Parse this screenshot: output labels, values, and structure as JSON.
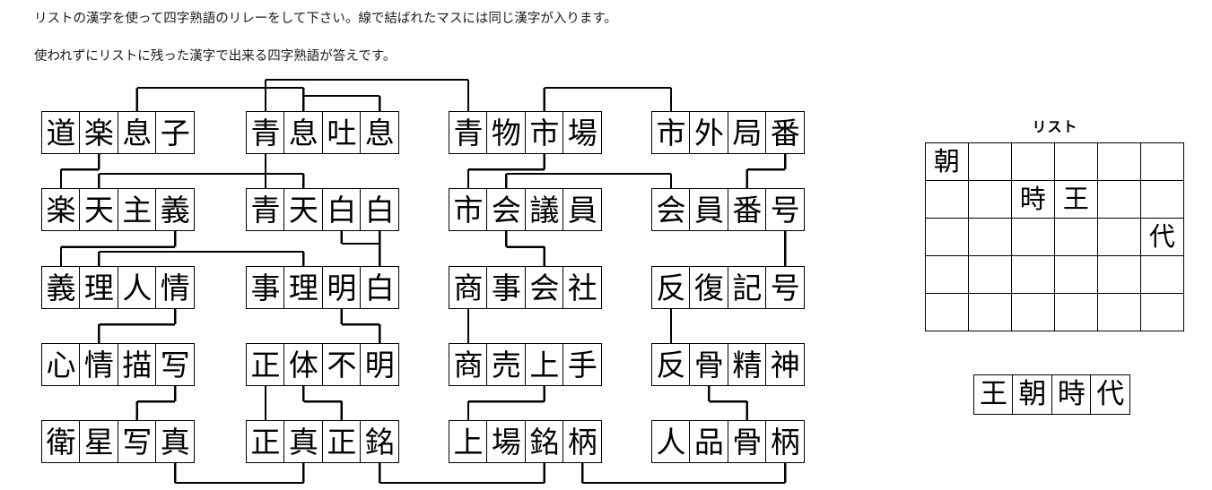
{
  "instructions": {
    "line1": "リストの漢字を使って四字熟語のリレーをして下さい。線で結ばれたマスには同じ漢字が入ります。",
    "line2": "使われずにリストに残った漢字で出来る四字熟語が答えです。"
  },
  "grid": {
    "rows": [
      [
        {
          "id": "r1w1",
          "chars": [
            "道",
            "楽",
            "息",
            "子"
          ]
        },
        {
          "id": "r1w2",
          "chars": [
            "青",
            "息",
            "吐",
            "息"
          ]
        },
        {
          "id": "r1w3",
          "chars": [
            "青",
            "物",
            "市",
            "場"
          ]
        },
        {
          "id": "r1w4",
          "chars": [
            "市",
            "外",
            "局",
            "番"
          ]
        }
      ],
      [
        {
          "id": "r2w1",
          "chars": [
            "楽",
            "天",
            "主",
            "義"
          ]
        },
        {
          "id": "r2w2",
          "chars": [
            "青",
            "天",
            "白",
            "白"
          ]
        },
        {
          "id": "r2w3",
          "chars": [
            "市",
            "会",
            "議",
            "員"
          ]
        },
        {
          "id": "r2w4",
          "chars": [
            "会",
            "員",
            "番",
            "号"
          ]
        }
      ],
      [
        {
          "id": "r3w1",
          "chars": [
            "義",
            "理",
            "人",
            "情"
          ]
        },
        {
          "id": "r3w2",
          "chars": [
            "事",
            "理",
            "明",
            "白"
          ]
        },
        {
          "id": "r3w3",
          "chars": [
            "商",
            "事",
            "会",
            "社"
          ]
        },
        {
          "id": "r3w4",
          "chars": [
            "反",
            "復",
            "記",
            "号"
          ]
        }
      ],
      [
        {
          "id": "r4w1",
          "chars": [
            "心",
            "情",
            "描",
            "写"
          ]
        },
        {
          "id": "r4w2",
          "chars": [
            "正",
            "体",
            "不",
            "明"
          ]
        },
        {
          "id": "r4w3",
          "chars": [
            "商",
            "売",
            "上",
            "手"
          ]
        },
        {
          "id": "r4w4",
          "chars": [
            "反",
            "骨",
            "精",
            "神"
          ]
        }
      ],
      [
        {
          "id": "r5w1",
          "chars": [
            "衛",
            "星",
            "写",
            "真"
          ]
        },
        {
          "id": "r5w2",
          "chars": [
            "正",
            "真",
            "正",
            "銘"
          ]
        },
        {
          "id": "r5w3",
          "chars": [
            "上",
            "場",
            "銘",
            "柄"
          ]
        },
        {
          "id": "r5w4",
          "chars": [
            "人",
            "品",
            "骨",
            "柄"
          ]
        }
      ]
    ]
  },
  "list": {
    "title": "リスト",
    "columns": 6,
    "rows": 5,
    "cells": [
      [
        "朝",
        "",
        "",
        "",
        "",
        ""
      ],
      [
        "",
        "",
        "時",
        "王",
        "",
        ""
      ],
      [
        "",
        "",
        "",
        "",
        "",
        "代"
      ],
      [
        "",
        "",
        "",
        "",
        "",
        ""
      ],
      [
        "",
        "",
        "",
        "",
        "",
        ""
      ]
    ]
  },
  "answer": {
    "chars": [
      "王",
      "朝",
      "時",
      "代"
    ]
  },
  "connectors": [
    {
      "from": "r1w1c3",
      "to": "r1w2c2",
      "style": "bracket-top",
      "level": 2
    },
    {
      "from": "r1w2c2",
      "to": "r1w2c4",
      "style": "bracket-top",
      "level": 1
    },
    {
      "from": "r1w2c1",
      "to": "r1w3c1",
      "style": "bracket-top",
      "level": 3
    },
    {
      "from": "r1w3c3",
      "to": "r1w4c1",
      "style": "bracket-top",
      "level": 2
    },
    {
      "from": "r1w1c2",
      "to": "r2w1c1",
      "style": "bracket-down"
    },
    {
      "from": "r1w2c1",
      "to": "r2w2c1",
      "style": "straight-down"
    },
    {
      "from": "r2w1c2",
      "to": "r2w2c2",
      "style": "bracket-between"
    },
    {
      "from": "r1w3c3",
      "to": "r2w3c1",
      "style": "bracket-down"
    },
    {
      "from": "r1w4c4",
      "to": "r2w4c3",
      "style": "bracket-down"
    },
    {
      "from": "r2w3c2",
      "to": "r2w4c1",
      "style": "bracket-between"
    },
    {
      "from": "r2w1c4",
      "to": "r3w1c1",
      "style": "bracket-down"
    },
    {
      "from": "r3w1c2",
      "to": "r3w2c2",
      "style": "bracket-between"
    },
    {
      "from": "r2w2c3",
      "to": "r2w2c4",
      "style": "bracket-short"
    },
    {
      "from": "r2w2c4",
      "to": "r3w2c4",
      "style": "straight-down"
    },
    {
      "from": "r2w3c2",
      "to": "r3w3c3",
      "style": "bracket-down"
    },
    {
      "from": "r2w4c4",
      "to": "r3w4c4",
      "style": "straight-down"
    },
    {
      "from": "r3w1c4",
      "to": "r4w1c2",
      "style": "bracket-down"
    },
    {
      "from": "r3w2c3",
      "to": "r4w2c4",
      "style": "bracket-down"
    },
    {
      "from": "r3w3c1",
      "to": "r4w3c1",
      "style": "straight-down"
    },
    {
      "from": "r3w4c1",
      "to": "r4w4c1",
      "style": "straight-down"
    },
    {
      "from": "r4w1c4",
      "to": "r5w1c3",
      "style": "bracket-down"
    },
    {
      "from": "r4w2c1",
      "to": "r5w2c1",
      "style": "bracket-down"
    },
    {
      "from": "r4w2c2",
      "to": "r5w2c3",
      "style": "bracket-down"
    },
    {
      "from": "r4w3c3",
      "to": "r5w3c1",
      "style": "bracket-down"
    },
    {
      "from": "r4w4c2",
      "to": "r5w4c3",
      "style": "bracket-down"
    },
    {
      "from": "r5w1c4",
      "to": "r5w2c2",
      "style": "bracket-bottom"
    },
    {
      "from": "r5w2c4",
      "to": "r5w3c3",
      "style": "bracket-bottom"
    },
    {
      "from": "r5w3c4",
      "to": "r5w4c4",
      "style": "bracket-bottom"
    }
  ]
}
